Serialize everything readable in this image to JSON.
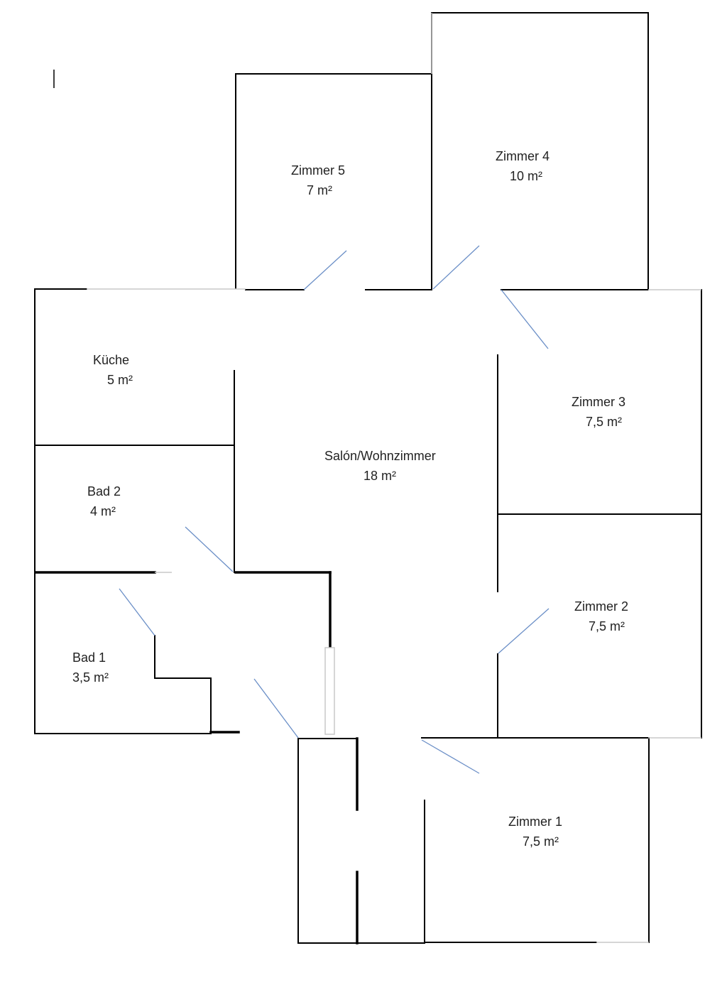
{
  "rooms": {
    "zimmer5": {
      "name": "Zimmer 5",
      "area": "7 m²"
    },
    "zimmer4": {
      "name": "Zimmer 4",
      "area": "10 m²"
    },
    "kueche": {
      "name": "Küche",
      "area": "5 m²"
    },
    "zimmer3": {
      "name": "Zimmer 3",
      "area": "7,5 m²"
    },
    "salon": {
      "name": "Salón/Wohnzimmer",
      "area": "18 m²"
    },
    "bad2": {
      "name": "Bad 2",
      "area": "4 m²"
    },
    "zimmer2": {
      "name": "Zimmer 2",
      "area": "7,5 m²"
    },
    "bad1": {
      "name": "Bad 1",
      "area": "3,5 m²"
    },
    "zimmer1": {
      "name": "Zimmer 1",
      "area": "7,5 m²"
    }
  },
  "colors": {
    "wall": "#000000",
    "door_swing": "#6b8fc7",
    "faint_wall": "#c8c8c8"
  }
}
